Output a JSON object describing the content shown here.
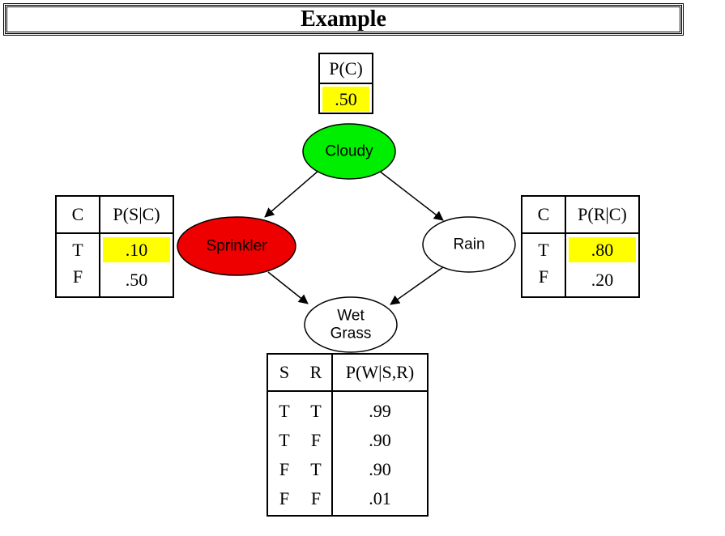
{
  "title": "Example",
  "nodes": {
    "cloudy": {
      "label": "Cloudy",
      "color": "#00ee00"
    },
    "sprinkler": {
      "label": "Sprinkler",
      "color": "#ee0000"
    },
    "rain": {
      "label": "Rain",
      "color": "#ffffff"
    },
    "wetgrass": {
      "label_line1": "Wet",
      "label_line2": "Grass",
      "color": "#ffffff"
    }
  },
  "cpt_cloudy": {
    "header": "P(C)",
    "value": ".50"
  },
  "cpt_sprinkler": {
    "col1": "C",
    "col2": "P(S|C)",
    "rows": [
      {
        "c": "T",
        "p": ".10"
      },
      {
        "c": "F",
        "p": ".50"
      }
    ]
  },
  "cpt_rain": {
    "col1": "C",
    "col2": "P(R|C)",
    "rows": [
      {
        "c": "T",
        "p": ".80"
      },
      {
        "c": "F",
        "p": ".20"
      }
    ]
  },
  "cpt_wetgrass": {
    "col1": "S",
    "col2": "R",
    "col3": "P(W|S,R)",
    "rows": [
      {
        "s": "T",
        "r": "T",
        "p": ".99"
      },
      {
        "s": "T",
        "r": "F",
        "p": ".90"
      },
      {
        "s": "F",
        "r": "T",
        "p": ".90"
      },
      {
        "s": "F",
        "r": "F",
        "p": ".01"
      }
    ]
  },
  "highlight_color": "#ffff00"
}
